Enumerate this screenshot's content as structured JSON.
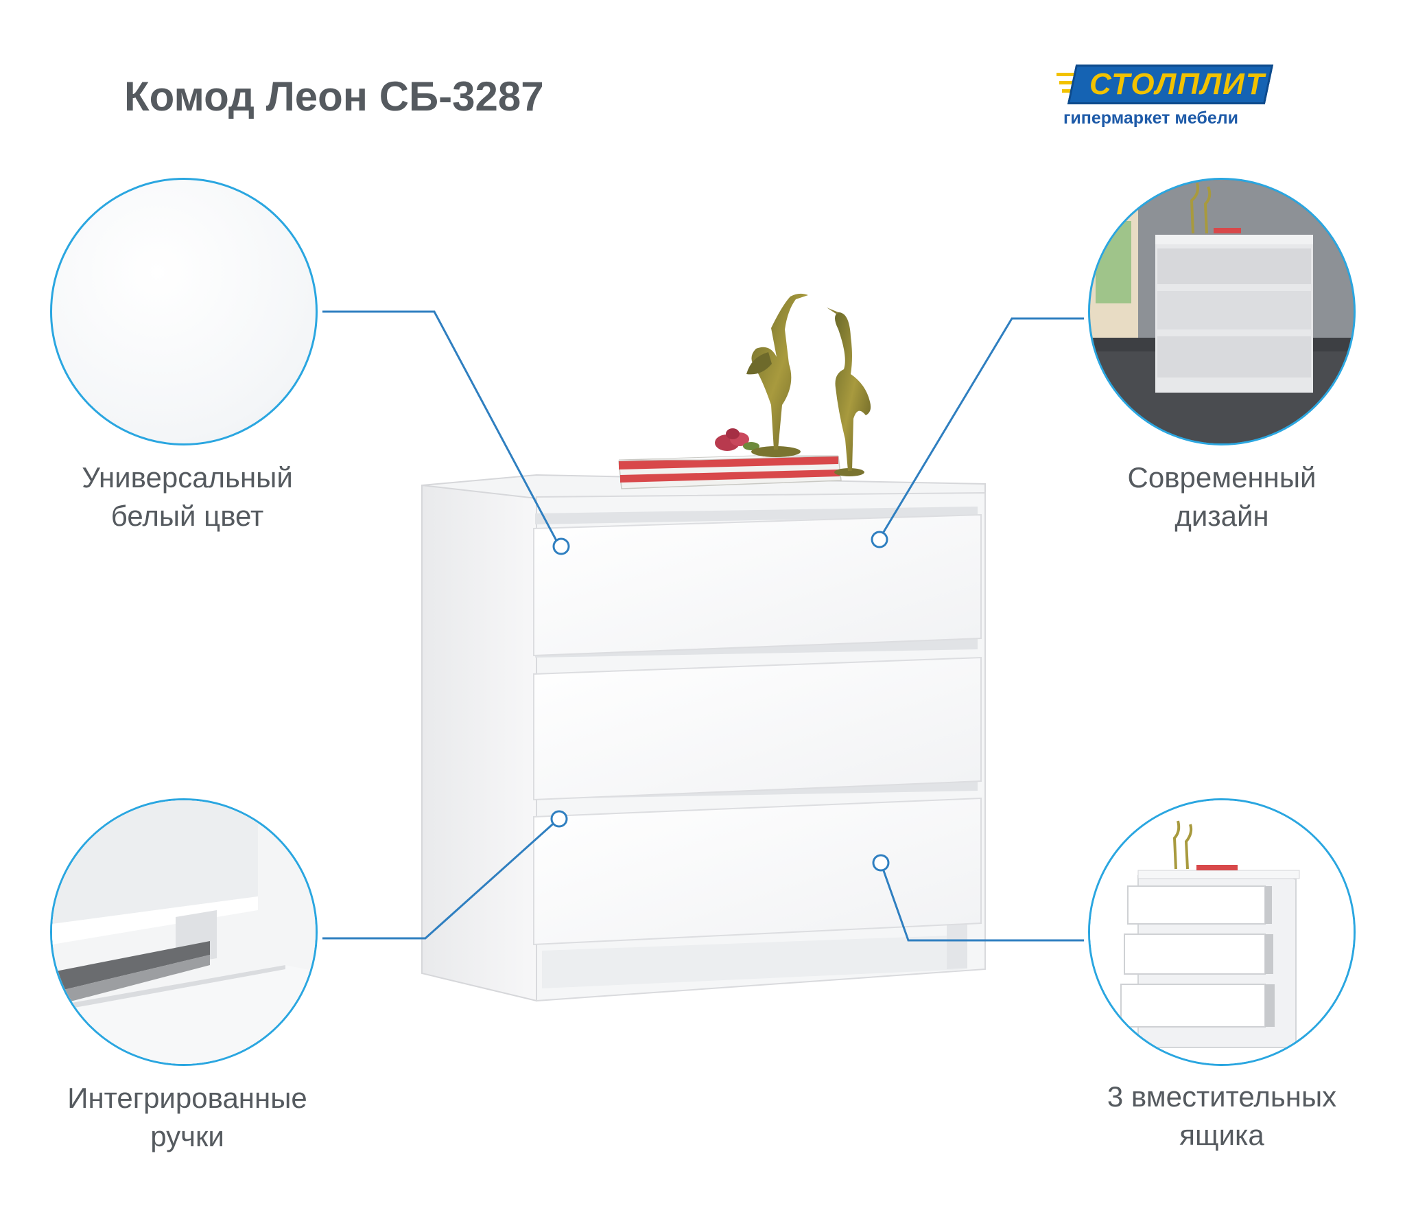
{
  "product": {
    "title": "Комод Леон СБ-3287"
  },
  "brand": {
    "name": "СТОЛПЛИТ",
    "tagline": "гипермаркет мебели",
    "colors": {
      "primary": "#1563b3",
      "accent": "#f2c200"
    }
  },
  "features": [
    {
      "line1": "Универсальный",
      "line2": "белый цвет",
      "icon": "texture-closeup"
    },
    {
      "line1": "Современный",
      "line2": "дизайн",
      "icon": "interior-photo"
    },
    {
      "line1": "Интегрированные",
      "line2": "ручки",
      "icon": "handle-closeup"
    },
    {
      "line1": "3 вместительных",
      "line2": "ящика",
      "icon": "drawers-open"
    }
  ],
  "colors": {
    "callout_line": "#2f7fc0",
    "circle_border": "#2aa6e0",
    "text": "#555a5f"
  }
}
